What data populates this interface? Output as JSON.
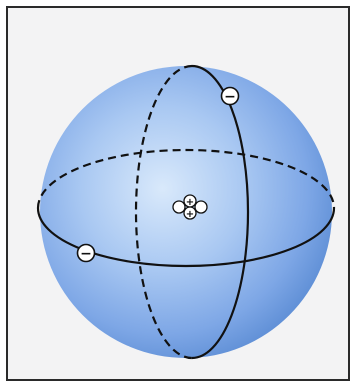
{
  "diagram": {
    "electron_charge_symbol": "−",
    "nucleus_charge_symbol": "+",
    "electron_count": 2,
    "proton_count": 2,
    "neutron_count": 2,
    "colors": {
      "sphere_light": "#d9e9fb",
      "sphere_mid": "#8fb8ee",
      "sphere_dark": "#5f8fd6",
      "orbit": "#111111",
      "frame_bg": "#f3f3f4"
    }
  }
}
